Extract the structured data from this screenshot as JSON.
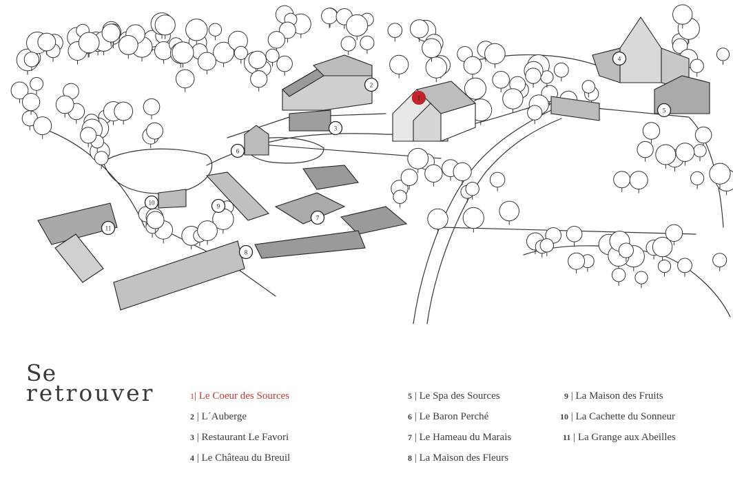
{
  "map": {
    "markers": [
      {
        "id": "1",
        "color": "#c2232c",
        "active": true
      },
      {
        "id": "2"
      },
      {
        "id": "3"
      },
      {
        "id": "4"
      },
      {
        "id": "5"
      },
      {
        "id": "6"
      },
      {
        "id": "7"
      },
      {
        "id": "8"
      },
      {
        "id": "9"
      },
      {
        "id": "10"
      },
      {
        "id": "11"
      }
    ]
  },
  "heading": {
    "line1": "Se",
    "line2": "retrouver"
  },
  "legend": [
    {
      "num": "1",
      "label": "Le Coeur des Sources",
      "active": true
    },
    {
      "num": "2",
      "label": "L´Auberge"
    },
    {
      "num": "3",
      "label": "Restaurant Le Favori"
    },
    {
      "num": "4",
      "label": "Le Château du Breuil"
    },
    {
      "num": "5",
      "label": "Le Spa des Sources"
    },
    {
      "num": "6",
      "label": "Le Baron Perché"
    },
    {
      "num": "7",
      "label": "Le Hameau du Marais"
    },
    {
      "num": "8",
      "label": "La Maison des Fleurs"
    },
    {
      "num": "9",
      "label": "La Maison des Fruits"
    },
    {
      "num": "10",
      "label": "La Cachette du Sonneur"
    },
    {
      "num": "11",
      "label": "La Grange aux Abeilles"
    }
  ],
  "colors": {
    "accent": "#c2363c",
    "ink": "#2a2a2a"
  }
}
